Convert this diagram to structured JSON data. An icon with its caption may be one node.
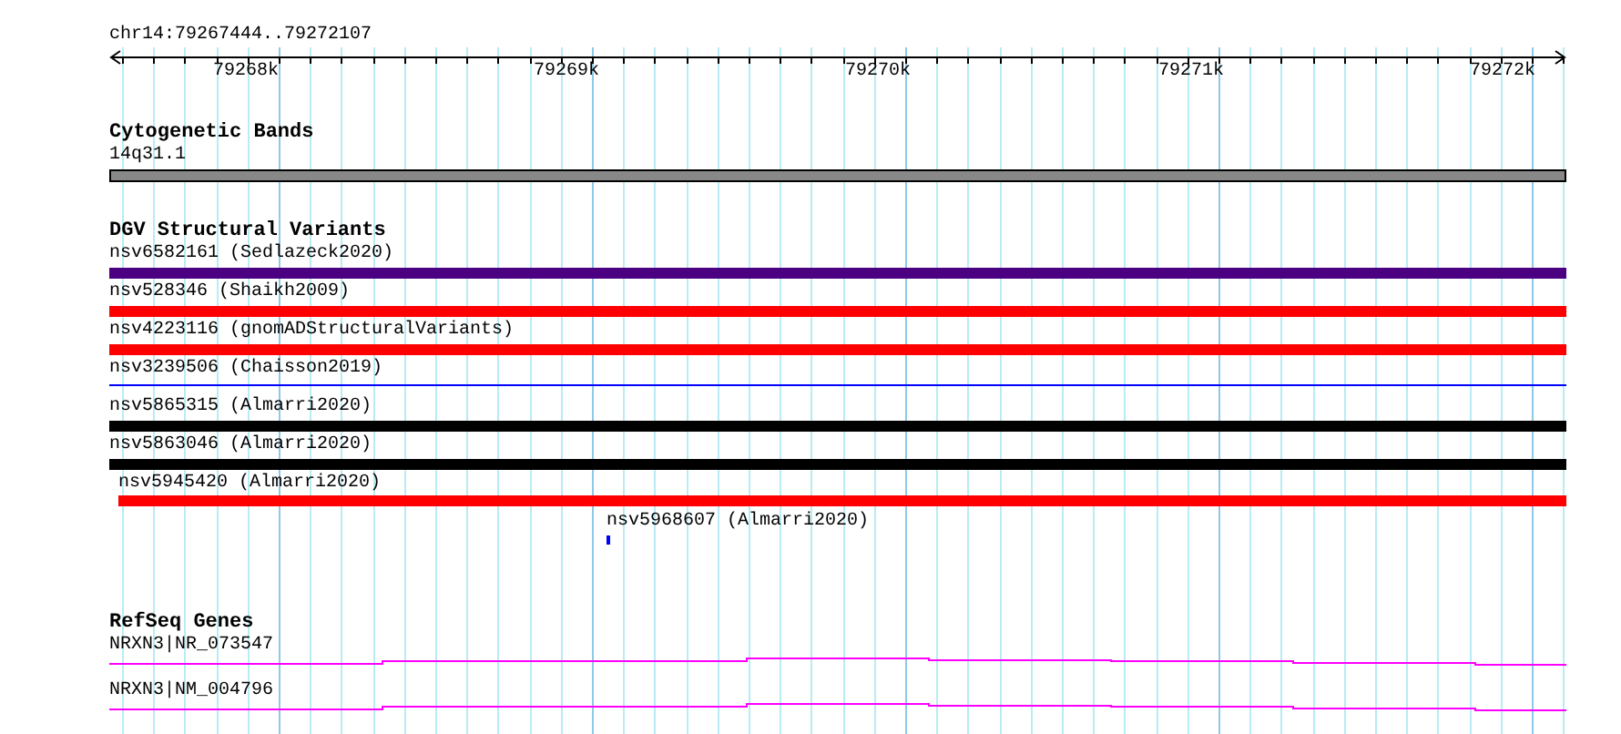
{
  "diagram": {
    "nodes": [
      {
        "text": [
          "nsv6582161 (Sedlazeck2020)"
        ]
      },
      {
        "text": [
          "nsv528346 (Shaikh2009)"
        ]
      },
      {
        "text": [
          "nsv4223116 (gnomADStructuralVariants)"
        ]
      },
      {
        "text": [
          "nsv3239506 (Chaisson2019)"
        ]
      },
      {
        "text": [
          "nsv5865315 (Almarri2020)"
        ]
      },
      {
        "text": [
          "nsv5863046 (Almarri2020)"
        ]
      },
      {
        "text": [
          "nsv5945420 (Almarri2020)"
        ]
      },
      {
        "text": [
          "nsv5968607 (Almarri2020)"
        ]
      },
      {
        "text": [
          "NRXN3|NR_073547"
        ]
      },
      {
        "text": [
          "NRXN3|NM_004796"
        ]
      },
      {
        "text": [
          "14q31.1"
        ]
      }
    ],
    "labels": [
      "chr14:79267444..79272107",
      "79268k",
      "79269k",
      "79270k",
      "79271k",
      "79272k",
      "Cytogenetic Bands",
      "DGV Structural Variants",
      "RefSeq Genes"
    ]
  }
}
